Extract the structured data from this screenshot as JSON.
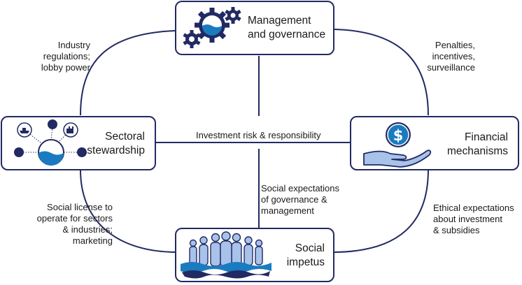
{
  "nodes": {
    "management": {
      "title": "Management\nand governance",
      "icon": "gears-water-icon"
    },
    "sectoral": {
      "title": "Sectoral\nstewardship",
      "icon": "sector-network-icon"
    },
    "financial": {
      "title": "Financial\nmechanisms",
      "icon": "hand-dollar-icon"
    },
    "social": {
      "title": "Social\nimpetus",
      "icon": "people-waves-icon"
    }
  },
  "edges": {
    "management_sectoral": "Industry\nregulations;\nlobby power",
    "management_financial": "Penalties,\nincentives,\nsurveillance",
    "sectoral_social": "Social license to\noperate for sectors\n& industries;\nmarketing",
    "financial_social": "Ethical expectations\nabout investment\n& subsidies",
    "horizontal": "Investment risk & responsibility",
    "vertical": "Social expectations\nof governance &\nmanagement"
  },
  "colors": {
    "navy": "#222a63",
    "water": "#1a7bc0",
    "hand": "#a8c2ea"
  }
}
